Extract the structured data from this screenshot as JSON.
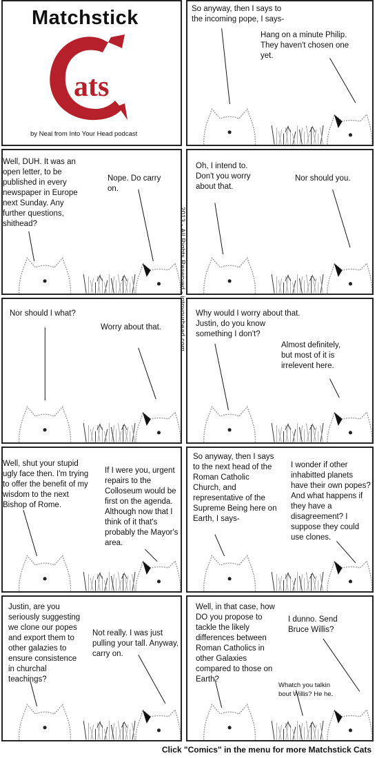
{
  "header": {
    "title": "Matchstick",
    "logo_text": "Cats",
    "byline": "by Neal from Into Your Head podcast",
    "logo_color": "#b5202a"
  },
  "copyright": "2013 - All Rights Reserved - intoyourhead.com",
  "footer": "Click \"Comics\" in the menu for more Matchstick Cats",
  "panels": [
    {
      "texts": [
        "So anyway, then I says to\nthe incoming pope, I says-",
        "Hang on a minute Philip.\nThey haven't chosen one\nyet."
      ]
    },
    {
      "texts": [
        "Well, DUH. It was an\nopen letter, to be\npublished in every\nnewspaper in Europe\nnext Sunday. Any\nfurther questions,\nshithead?",
        "Nope. Do carry\non."
      ]
    },
    {
      "texts": [
        "Oh, I intend to.\nDon't you worry\nabout that.",
        "Nor should you."
      ]
    },
    {
      "texts": [
        "Nor should I what?",
        "Worry about that."
      ]
    },
    {
      "texts": [
        "Why would I worry about that.\nJustin, do you know\nsomething I don't?",
        "Almost definitely,\nbut most of it is\nirrelevent here."
      ]
    },
    {
      "texts": [
        "Well, shut your stupid\nugly face then. I'm trying\nto offer the benefit of my\nwisdom to the next\nBishop of Rome.",
        "If I were you, urgent\nrepairs to the\nColloseum would be\nfirst on the agenda.\nAlthough now that I\nthink of it that's\nprobably the Mayor's\narea."
      ]
    },
    {
      "texts": [
        "So anyway, then I says\nto the next head of the\nRoman Catholic\nChurch, and\nrepresentative of the\nSupreme Being here on\nEarth, I says-",
        "I wonder if other\ninhabitted planets\nhave their own popes?\nAnd what happens if\nthey have a\ndisagreement? I\nsuppose they could\nuse clones."
      ]
    },
    {
      "texts": [
        "Justin, are you\nseriously suggesting\nwe clone our popes\nand export them to\nother galazies to\nensure consistence\nin churchal\nteachings?",
        "Not really. I was just\npulling your tall. Anyway,\ncarry on."
      ]
    },
    {
      "texts": [
        "Well, in that case, how\nDO you propose to\ntackle the likely\ndifferences between\nRoman Catholics in\nother Galaxies\ncompared to those on\nEarth?",
        "I dunno. Send\nBruce Willis?",
        "Whatch you talkin\nbout Willis? He he."
      ]
    }
  ]
}
